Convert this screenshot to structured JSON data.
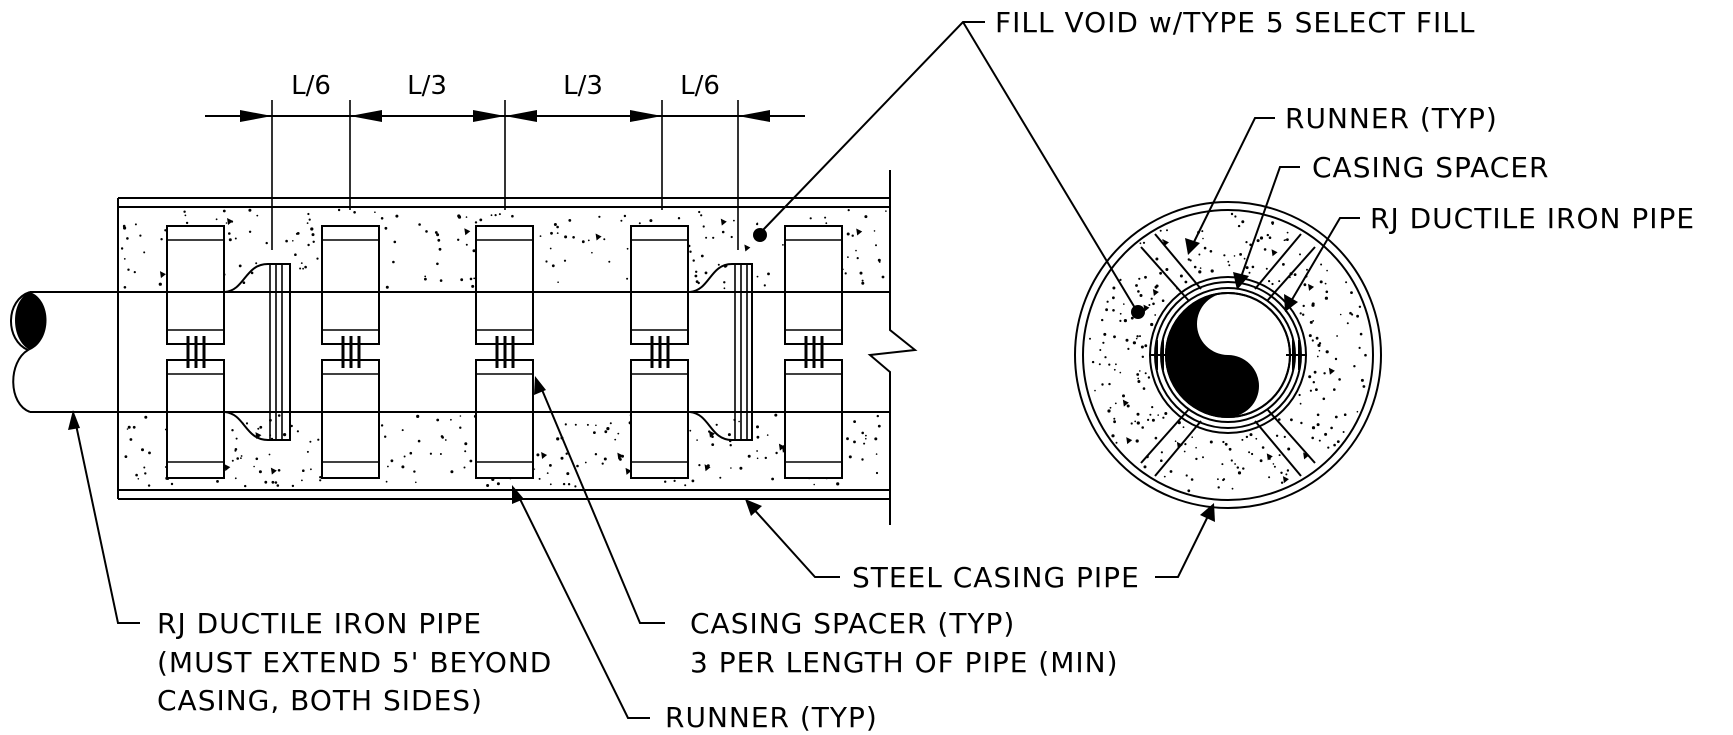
{
  "dimensions": {
    "left_end": "L/6",
    "first_mid": "L/3",
    "second_mid": "L/3",
    "right_end": "L/6"
  },
  "callouts": {
    "fill_void": "FILL VOID w/TYPE 5 SELECT  FILL",
    "runner_section": "RUNNER (TYP)",
    "casing_spacer_section": "CASING SPACER",
    "rj_pipe_section": "RJ DUCTILE IRON PIPE",
    "steel_casing": "STEEL CASING PIPE",
    "rj_pipe_line1": "RJ DUCTILE IRON PIPE",
    "rj_pipe_line2": "(MUST EXTEND 5' BEYOND",
    "rj_pipe_line3": "CASING, BOTH SIDES)",
    "casing_spacer_line1": "CASING SPACER (TYP)",
    "casing_spacer_line2": "3 PER LENGTH OF PIPE (MIN)",
    "runner_elevation": "RUNNER (TYP)"
  }
}
